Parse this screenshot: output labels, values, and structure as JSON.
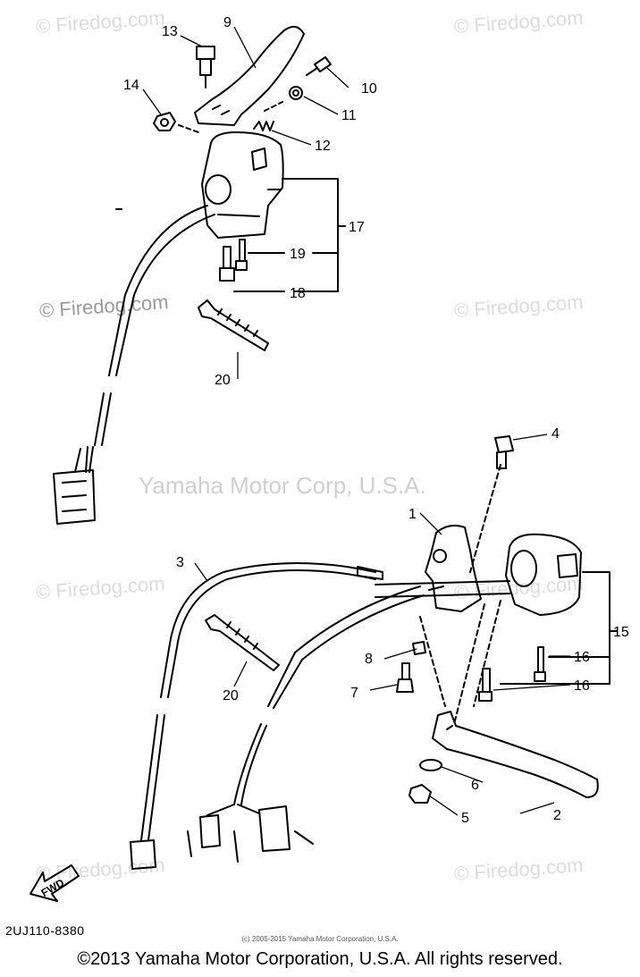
{
  "watermarks": {
    "site": "© Firedog.com",
    "center": "Yamaha Motor Corp, U.S.A."
  },
  "callouts": {
    "c1": "1",
    "c2": "2",
    "c3": "3",
    "c4": "4",
    "c5": "5",
    "c6": "6",
    "c7": "7",
    "c8": "8",
    "c9": "9",
    "c10": "10",
    "c11": "11",
    "c12": "12",
    "c13": "13",
    "c14": "14",
    "c15": "15",
    "c16a": "16",
    "c16b": "16",
    "c17": "17",
    "c18": "18",
    "c19": "19",
    "c20a": "20",
    "c20b": "20"
  },
  "arrow_label": "FWD",
  "diagram_ref": "2UJ110-8380",
  "small_copyright": "(c) 2005-2015 Yamaha Motor Corporation, U.S.A.",
  "footer_copyright": "©2013 Yamaha Motor Corporation, U.S.A. All rights reserved."
}
